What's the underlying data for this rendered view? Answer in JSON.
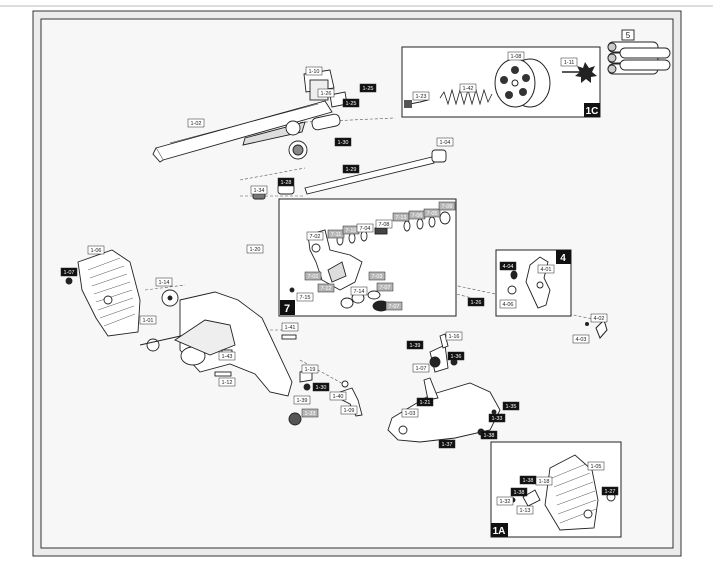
{
  "colors": {
    "background": "#f7f7f7",
    "outline": "#222222",
    "label_dark_fill": "#111111",
    "label_dark_text": "#ffffff",
    "label_light_fill": "#ffffff",
    "label_gray_fill": "#b5b5b5",
    "part_fill": "#ffffff",
    "part_shade": "#9a9a9a"
  },
  "insets": {
    "cylinder": "1C",
    "cartridges": "5",
    "action": "7",
    "hammer": "4",
    "grip": "1A"
  },
  "labels": {
    "l1_10": "1-10",
    "l1_25a": "1-25",
    "l1_26a": "1-26",
    "l1_25b": "1-25",
    "l1_02": "1-02",
    "l1_30a": "1-30",
    "l1_23": "1-23",
    "l1_42": "1-42",
    "l1_08": "1-08",
    "l1_11": "1-11",
    "l1_04": "1-04",
    "l1_29": "1-29",
    "l1_28": "1-28",
    "l1_34": "1-34",
    "l7_02": "7-02",
    "l7_11": "7-11",
    "l7_10": "7-10",
    "l7_04": "7-04",
    "l7_08": "7-08",
    "l7_13": "7-13",
    "l7_06": "7-06",
    "l7_05": "7-05",
    "l7_09": "7-09",
    "l7_01": "7-01",
    "l7_03": "7-03",
    "l7_15": "7-15",
    "l7_12": "7-12",
    "l7_14": "7-14",
    "l7_07a": "7-07",
    "l7_07b": "7-07",
    "l1_20": "1-20",
    "l1_06": "1-06",
    "l1_07": "1-07",
    "l1_14": "1-14",
    "l1_01": "1-01",
    "l1_41": "1-41",
    "l1_43": "1-43",
    "l1_12": "1-12",
    "l1_19": "1-19",
    "l1_30b": "1-30",
    "l1_39a": "1-39",
    "l1_40": "1-40",
    "l1_09": "1-09",
    "l1_33a": "1-33",
    "l1_26b": "1-26",
    "l4_04": "4-04",
    "l4_01": "4-01",
    "l4_06": "4-06",
    "l4_02": "4-02",
    "l4_03": "4-03",
    "l1_16": "1-16",
    "l1_39b": "1-39",
    "l1_36": "1-36",
    "l1_07b": "1-07",
    "l1_21": "1-21",
    "l1_35": "1-35",
    "l1_33b": "1-33",
    "l1_03": "1-03",
    "l1_38a": "1-38",
    "l1_37a": "1-37",
    "l1_05": "1-05",
    "l1_38b": "1-38",
    "l1_18": "1-18",
    "l1_27": "1-27",
    "l1_38c": "1-38",
    "l1_32": "1-32",
    "l1_13": "1-13"
  }
}
